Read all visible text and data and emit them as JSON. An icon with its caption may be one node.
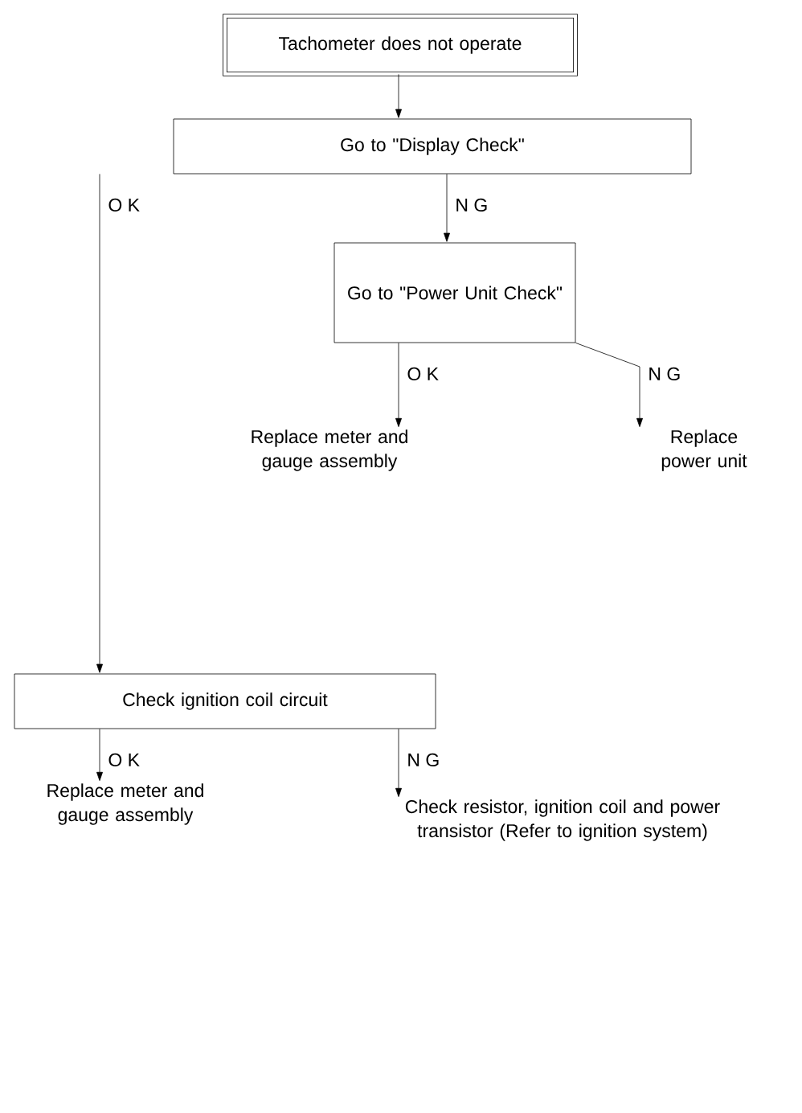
{
  "diagram": {
    "nodes": [
      {
        "text": [
          "Tachometer does not operate"
        ]
      },
      {
        "text": [
          "Go to \"Display Check\""
        ]
      },
      {
        "text": [
          "Go to \"Power Unit Check\""
        ]
      },
      {
        "text": [
          "Replace meter and gauge assembly"
        ]
      },
      {
        "text": [
          "Replace power unit"
        ]
      },
      {
        "text": [
          "Check ignition coil circuit"
        ]
      },
      {
        "text": [
          "Replace meter and gauge assembly"
        ]
      },
      {
        "text": [
          "Check resistor, ignition coil and power transistor (Refer to ignition system)"
        ]
      }
    ],
    "edges": [
      {
        "from": 0,
        "to": 1,
        "arrow": "to"
      },
      {
        "from": 1,
        "to": 2,
        "arrow": "to",
        "label": "N G"
      },
      {
        "from": 1,
        "to": 5,
        "arrow": "to",
        "label": "O K"
      },
      {
        "from": 2,
        "to": 3,
        "arrow": "to",
        "label": "O K"
      },
      {
        "from": 2,
        "to": 4,
        "arrow": "to",
        "label": "N G"
      },
      {
        "from": 5,
        "to": 6,
        "arrow": "to",
        "label": "O K"
      },
      {
        "from": 5,
        "to": 7,
        "arrow": "to",
        "label": "N G"
      }
    ]
  }
}
